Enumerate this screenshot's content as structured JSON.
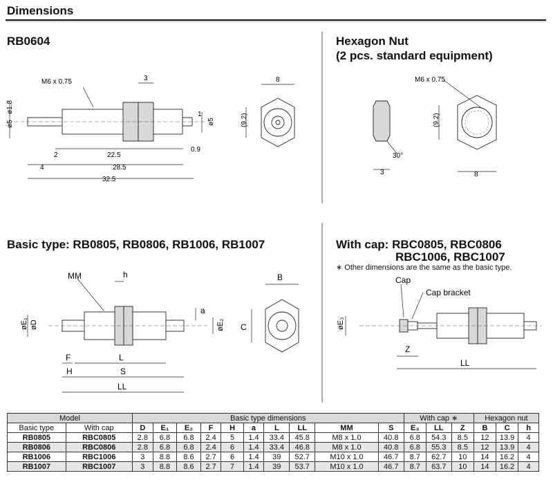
{
  "header": {
    "title": "Dimensions"
  },
  "sections": {
    "rb0604": {
      "title": "RB0604"
    },
    "hexnut": {
      "title_line1": "Hexagon Nut",
      "title_line2": "(2 pcs. standard equipment)"
    },
    "basic": {
      "title": "Basic type: RB0805, RB0806, RB1006, RB1007"
    },
    "cap": {
      "title_line1": "With cap: RBC0805, RBC0806",
      "title_line2": "RBC1006, RBC1007",
      "note": "∗ Other dimensions are the same as the basic type."
    }
  },
  "labels": {
    "m6": "M6 x 0.75",
    "d3": "3",
    "d8": "8",
    "d92": "(9.2)",
    "d18": "ø1.8",
    "d5": "ø5",
    "d1": "1",
    "d2": "2",
    "d225": "22.5",
    "d09": "0.9",
    "d4": "4",
    "d285": "28.5",
    "d325": "32.5",
    "d30": "30°",
    "mm": "MM",
    "h": "h",
    "a": "a",
    "B": "B",
    "C": "C",
    "E1": "øE₁",
    "D": "øD",
    "E2": "øE₂",
    "F": "F",
    "H": "H",
    "L": "L",
    "S": "S",
    "LL": "LL",
    "E3": "øE₃",
    "capl": "Cap",
    "bracket": "Cap bracket",
    "Z": "Z"
  },
  "table": {
    "group_headers": [
      "Model",
      "Basic type dimensions",
      "With cap ∗",
      "Hexagon nut"
    ],
    "sub_headers": [
      "Basic type",
      "With cap",
      "D",
      "E₁",
      "E₂",
      "F",
      "H",
      "a",
      "L",
      "LL",
      "MM",
      "S",
      "E₃",
      "LL",
      "Z",
      "B",
      "C",
      "h"
    ],
    "rows": [
      [
        "RB0805",
        "RBC0805",
        "2.8",
        "6.8",
        "6.8",
        "2.4",
        "5",
        "1.4",
        "33.4",
        "45.8",
        "M8 x 1.0",
        "40.8",
        "6.8",
        "54.3",
        "8.5",
        "12",
        "13.9",
        "4"
      ],
      [
        "RB0806",
        "RBC0806",
        "2.8",
        "6.8",
        "6.8",
        "2.4",
        "6",
        "1.4",
        "33.4",
        "46.8",
        "M8 x 1.0",
        "40.8",
        "6.8",
        "55.3",
        "8.5",
        "12",
        "13.9",
        "4"
      ],
      [
        "RB1006",
        "RBC1006",
        "3",
        "8.8",
        "8.6",
        "2.7",
        "6",
        "1.4",
        "39",
        "52.7",
        "M10 x 1.0",
        "46.7",
        "8.7",
        "62.7",
        "10",
        "14",
        "16.2",
        "4"
      ],
      [
        "RB1007",
        "RBC1007",
        "3",
        "8.8",
        "8.6",
        "2.7",
        "7",
        "1.4",
        "39",
        "53.7",
        "M10 x 1.0",
        "46.7",
        "8.7",
        "63.7",
        "10",
        "14",
        "16.2",
        "4"
      ]
    ]
  }
}
